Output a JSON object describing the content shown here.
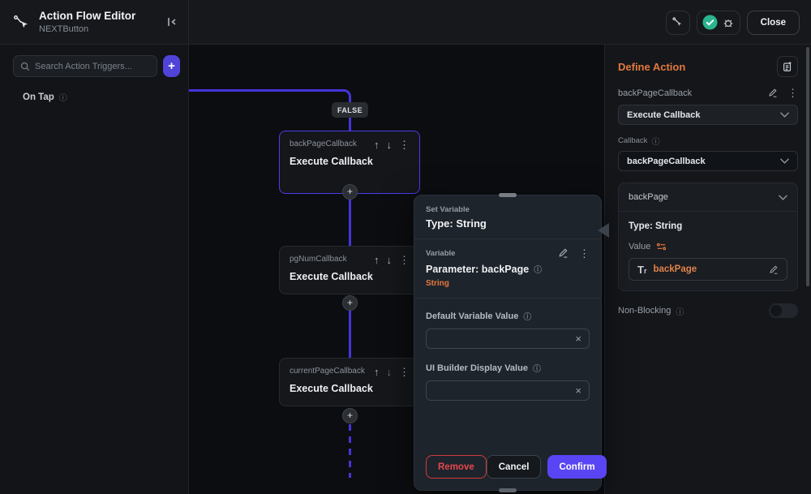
{
  "colors": {
    "accent_purple": "#5044d8",
    "confirm_purple": "#5a45f5",
    "flow_line": "#4434da",
    "accent_orange": "#e4793f",
    "danger_red": "#e4474d",
    "success_green": "#2ab38f"
  },
  "header": {
    "title": "Action Flow Editor",
    "subtitle": "NEXTButton",
    "close_label": "Close"
  },
  "sidebar": {
    "search_placeholder": "Search Action Triggers...",
    "trigger_label": "On Tap"
  },
  "canvas": {
    "branch_label": "FALSE",
    "nodes": [
      {
        "name": "backPageCallback",
        "action": "Execute Callback"
      },
      {
        "name": "pgNumCallback",
        "action": "Execute Callback"
      },
      {
        "name": "currentPageCallback",
        "action": "Execute Callback"
      }
    ]
  },
  "modal": {
    "kicker": "Set Variable",
    "title": "Type: String",
    "section_label": "Variable",
    "parameter_label": "Parameter: backPage",
    "type_badge": "String",
    "fields": [
      {
        "label": "Default Variable Value",
        "value": ""
      },
      {
        "label": "UI Builder Display Value",
        "value": ""
      }
    ],
    "remove_label": "Remove",
    "cancel_label": "Cancel",
    "confirm_label": "Confirm"
  },
  "inspector": {
    "title": "Define Action",
    "action_name": "backPageCallback",
    "action_type": "Execute Callback",
    "callback_label": "Callback",
    "callback_value": "backPageCallback",
    "param_card": {
      "name": "backPage",
      "type_text": "Type: String",
      "value_label": "Value",
      "value": "backPage"
    },
    "non_blocking_label": "Non-Blocking"
  },
  "icons": {
    "up": "↑",
    "down": "↓",
    "kebab": "⋮",
    "plus": "+",
    "clear": "×",
    "info": "ⓘ",
    "tr_t": "T",
    "tr_r": "r"
  }
}
